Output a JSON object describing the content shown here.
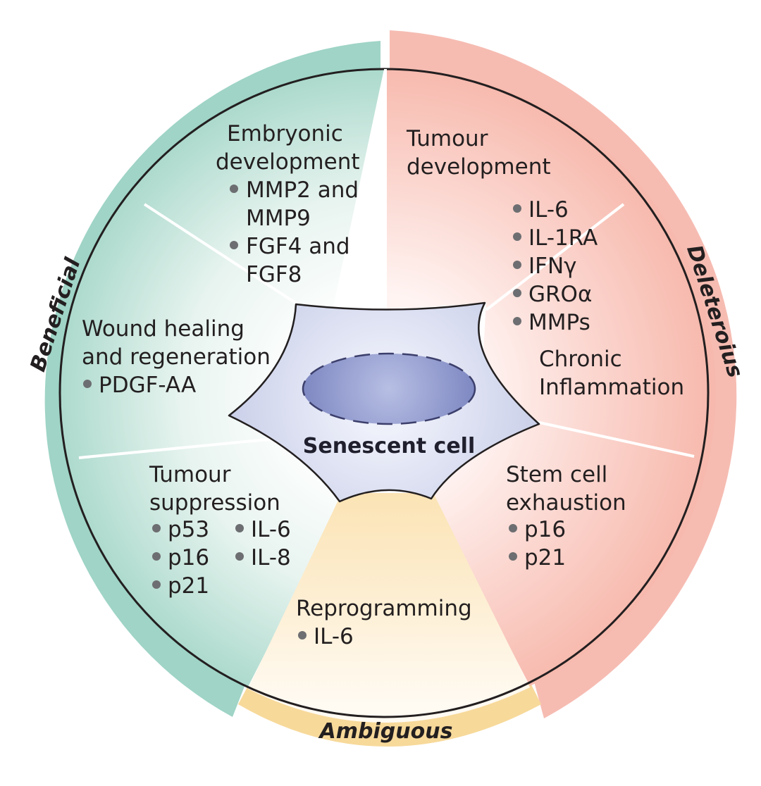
{
  "diagram": {
    "center_label": "Senescent cell",
    "ring_labels": {
      "beneficial": "Beneficial",
      "deleterious": "Deleteroius",
      "ambiguous": "Ambiguous"
    },
    "colors": {
      "beneficial_ring": "#9fd4c6",
      "deleterious_ring": "#f6bcb2",
      "ambiguous_ring": "#f7d99a",
      "cell_body": "#d3d8ee",
      "nucleus": "#7e88c2"
    },
    "sectors": {
      "embryonic": {
        "title": [
          "Embryonic",
          "development"
        ],
        "items": [
          [
            "MMP2 and",
            "MMP9"
          ],
          [
            "FGF4 and",
            "FGF8"
          ]
        ]
      },
      "wound": {
        "title": [
          "Wound healing",
          "and regeneration"
        ],
        "items": [
          [
            "PDGF-AA"
          ]
        ]
      },
      "tumour_suppression": {
        "title": [
          "Tumour",
          "suppression"
        ],
        "items_col1": [
          "p53",
          "p16",
          "p21"
        ],
        "items_col2": [
          "IL-6",
          "IL-8"
        ]
      },
      "reprogramming": {
        "title": [
          "Reprogramming"
        ],
        "items": [
          "IL-6"
        ]
      },
      "stem_cell": {
        "title": [
          "Stem cell",
          "exhaustion"
        ],
        "items": [
          "p16",
          "p21"
        ]
      },
      "tumour_development": {
        "title": [
          "Tumour",
          "development"
        ],
        "items": [
          "IL-6",
          "IL-1RA",
          "IFNγ",
          "GROα",
          "MMPs"
        ]
      },
      "chronic": {
        "title": [
          "Chronic",
          "Inflammation"
        ]
      }
    }
  }
}
